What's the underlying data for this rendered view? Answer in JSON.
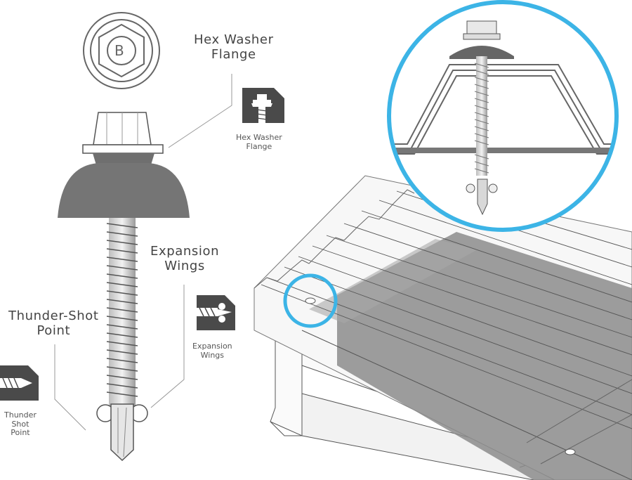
{
  "head_badge_letter": "B",
  "callouts": {
    "hex_washer_flange": {
      "line1": "Hex Washer",
      "line2": "Flange"
    },
    "expansion_wings": {
      "line1": "Expansion",
      "line2": "Wings"
    },
    "thunder_shot_point": {
      "line1": "Thunder-Shot",
      "line2": "Point"
    }
  },
  "icon_captions": {
    "hex_washer_flange": {
      "line1": "Hex Washer",
      "line2": "Flange"
    },
    "expansion_wings": {
      "line1": "Expansion",
      "line2": "Wings"
    },
    "thunder_shot_point": {
      "line1": "Thunder",
      "line2": "Shot",
      "line3": "Point"
    }
  },
  "colors": {
    "highlight_circle": "#3cb4e6",
    "icon_tile": "#4a4a4a",
    "washer_gray": "#7a7a7a",
    "sheet_gray": "#8c8c8c"
  }
}
